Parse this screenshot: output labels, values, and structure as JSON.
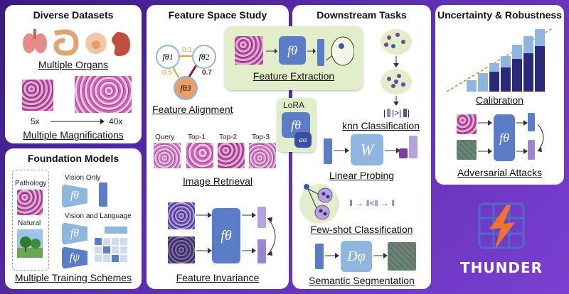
{
  "panels": {
    "datasets": {
      "title": "Diverse Datasets",
      "organs_label": "Multiple Organs",
      "mag_low": "5x",
      "mag_high": "40x",
      "mag_label": "Multiple Magnifications"
    },
    "foundation": {
      "title": "Foundation Models",
      "pathology": "Pathology",
      "natural": "Natural",
      "vision_only": "Vision Only",
      "vision_language": "Vision and Language",
      "f_theta": "fθ",
      "f_psi": "fψ",
      "schemes_label": "Multiple Training Schemes"
    },
    "feature_space": {
      "title": "Feature Space Study",
      "f1": "fθ1",
      "f2": "fθ2",
      "f3": "fθ3",
      "w12": "0.1",
      "w13": "0.5",
      "w23": "0.7",
      "alignment_label": "Feature Alignment",
      "extraction_label": "Feature Extraction",
      "lora": "LoRA",
      "lora_f": "fθ",
      "lora_a": "aα",
      "query": "Query",
      "top1": "Top-1",
      "top2": "Top-2",
      "top3": "Top-3",
      "retrieval_label": "Image Retrieval",
      "invariance_f": "fθ",
      "invariance_label": "Feature Invariance"
    },
    "downstream": {
      "title": "Downstream Tasks",
      "knn_label": "knn Classification",
      "linear_w": "W",
      "linear_label": "Linear Probing",
      "fewshot_label": "Few-shot Classification",
      "fewshot_formula": "‖ → ‖<‖ → ‖",
      "seg_d": "Dφ",
      "seg_label": "Semantic Segmentation"
    },
    "uncertainty": {
      "title": "Uncertainty & Robustness",
      "calibration_label": "Calibration",
      "adv_f": "fθ",
      "adversarial_label": "Adversarial Attacks"
    },
    "logo": {
      "text": "THUNDER"
    }
  },
  "colors": {
    "accent_blue": "#5b7cc7",
    "dark_navy": "#2b2a7a",
    "light_blue": "#8fb6de",
    "lavender": "#b7a3dc",
    "orange": "#e5822b",
    "dark_red": "#8b1a2a",
    "pale_green": "#e2eec9"
  }
}
